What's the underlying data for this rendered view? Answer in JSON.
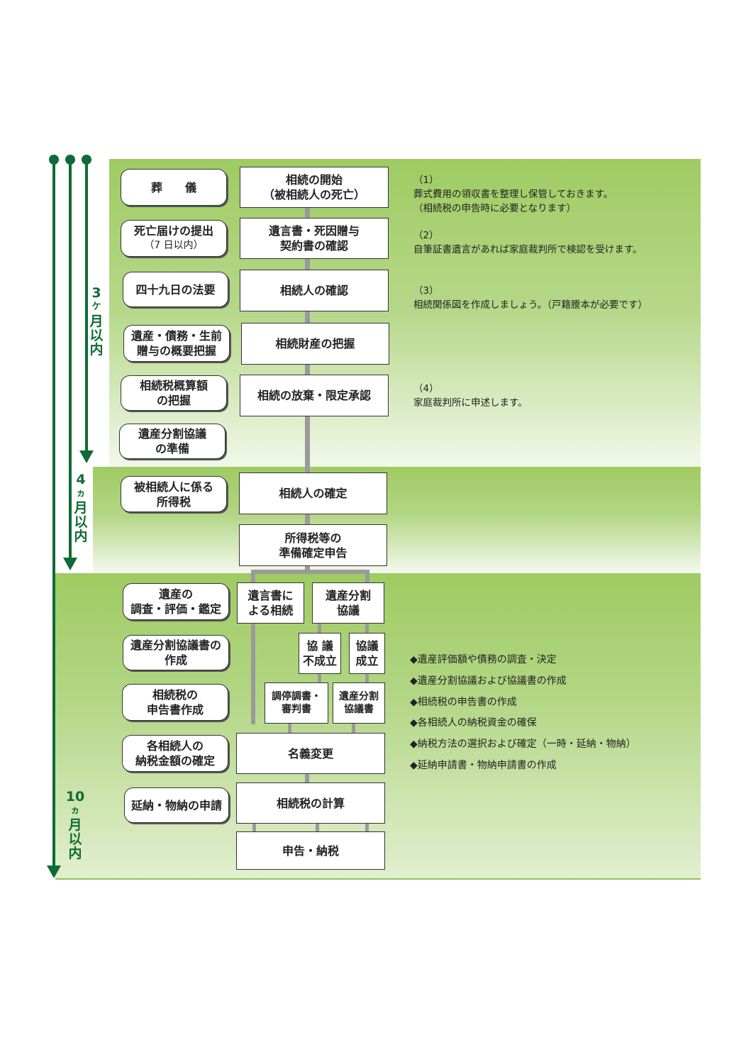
{
  "periods": {
    "p1": [
      "3",
      "ケ",
      "月",
      "以",
      "内"
    ],
    "p2": [
      "4",
      "ヵ",
      "月",
      "以",
      "内"
    ],
    "p3": [
      "10",
      "ヵ",
      "月",
      "以",
      "内"
    ]
  },
  "left_tasks": {
    "t1": "葬　　儀",
    "t2": "死亡届けの提出",
    "t2_sub": "（7 日以内）",
    "t3": "四十九日の法要",
    "t4a": "遺産・債務・生前",
    "t4b": "贈与の概要把握",
    "t5a": "相続税概算額",
    "t5b": "の把握",
    "t6a": "遺産分割協議",
    "t6b": "の準備",
    "t7a": "被相続人に係る",
    "t7b": "所得税",
    "t8a": "遺産の",
    "t8b": "調査・評価・鑑定",
    "t9a": "遺産分割協議書の",
    "t9b": "作成",
    "t10a": "相続税の",
    "t10b": "申告書作成",
    "t11a": "各相続人の",
    "t11b": "納税金額の確定",
    "t12": "延納・物納の申請"
  },
  "flow": {
    "f1a": "相続の開始",
    "f1b": "（被相続人の死亡）",
    "f2a": "遺言書・死因贈与",
    "f2b": "契約書の確認",
    "f3": "相続人の確認",
    "f4": "相続財産の把握",
    "f5": "相続の放棄・限定承認",
    "f6": "相続人の確定",
    "f7a": "所得税等の",
    "f7b": "準備確定申告",
    "f8a": "遺言書に",
    "f8b": "よる相続",
    "f9a": "遺産分割",
    "f9b": "協議",
    "f10a": "協 議",
    "f10b": "不成立",
    "f11a": "協議",
    "f11b": "成立",
    "f12a": "調停調書・",
    "f12b": "審判書",
    "f13a": "遺産分割",
    "f13b": "協議書",
    "f14": "名義変更",
    "f15": "相続税の計算",
    "f16": "申告・納税"
  },
  "notes": {
    "n1": [
      "（1）",
      "葬式費用の領収書を整理し保管しておきます。",
      "（相続税の申告時に必要となります）"
    ],
    "n2": [
      "（2）",
      "自筆証書遺言があれば家庭裁判所で検認を受けます。"
    ],
    "n3": [
      "（3）",
      "相続関係図を作成しましょう。（戸籍謄本が必要です）"
    ],
    "n4": [
      "（4）",
      "家庭裁判所に申述します。"
    ]
  },
  "bullets": [
    "◆遺産評価額や債務の調査・決定",
    "◆遺産分割協議および協議書の作成",
    "◆相続税の申告書の作成",
    "◆各相続人の納税資金の確保",
    "◆納税方法の選択および確定（一時・延納・物納）",
    "◆延納申請書・物納申請書の作成"
  ],
  "colors": {
    "timeline": "#0f6b35",
    "band": "#9fcb62",
    "connector": "#9a9a9a"
  }
}
